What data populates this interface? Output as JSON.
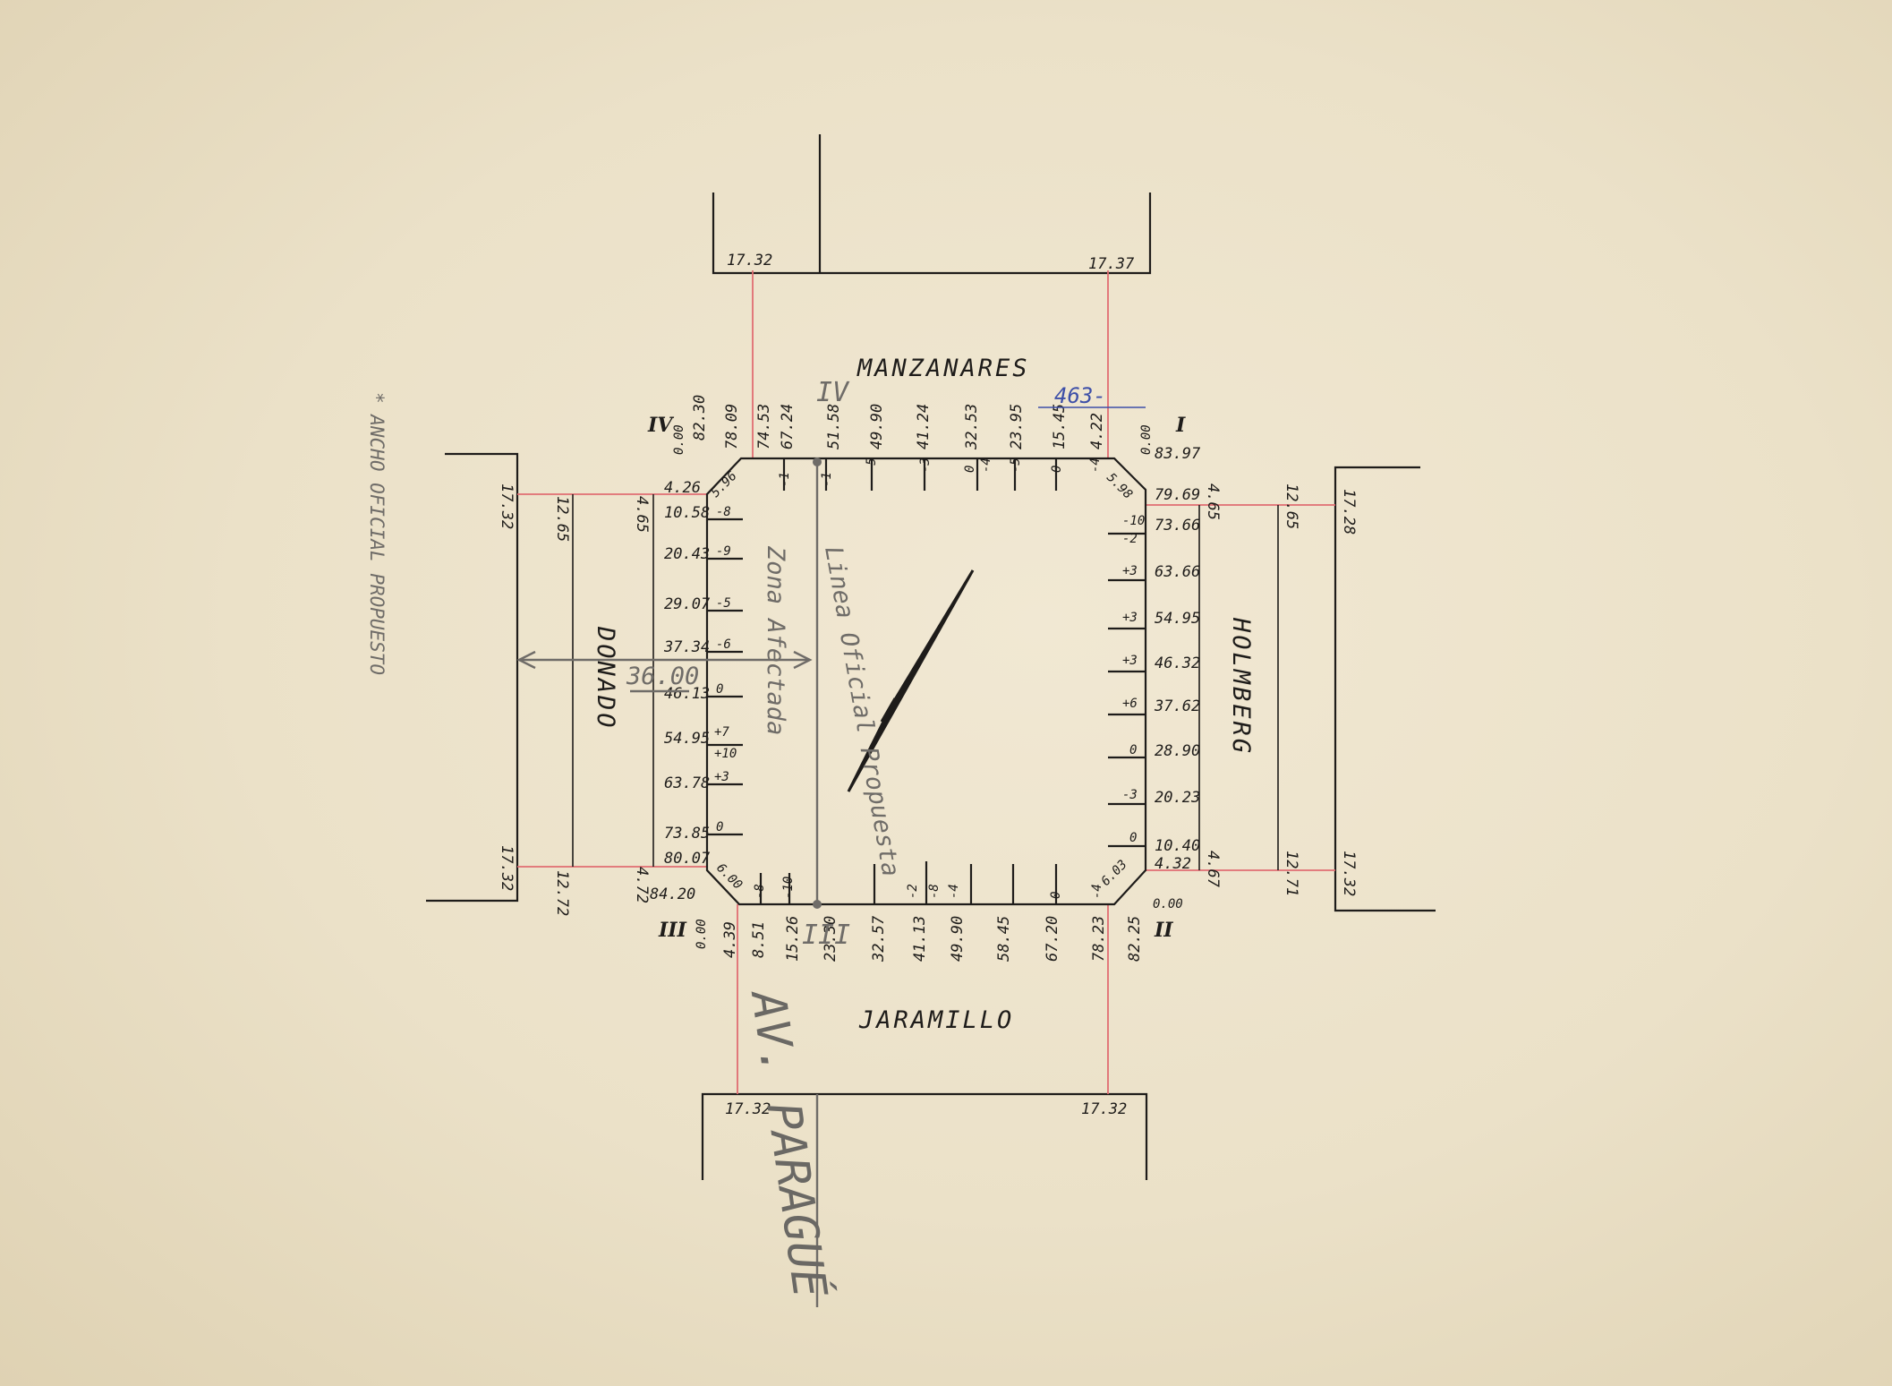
{
  "streets": {
    "north": "MANZANARES",
    "south": "JARAMILLO",
    "west": "DONADO",
    "east": "HOLMBERG"
  },
  "corners": {
    "I": "I",
    "II": "II",
    "III": "III",
    "IV": "IV"
  },
  "top_values": [
    "0.00",
    "82.30",
    "78.09",
    "74.53",
    "67.24",
    "51.58",
    "49.90",
    "41.24",
    "32.53",
    "23.95",
    "15.45",
    "4.22",
    "0.00"
  ],
  "bottom_values": [
    "0.00",
    "4.39",
    "8.51",
    "15.26",
    "23.30",
    "32.57",
    "41.13",
    "49.90",
    "58.45",
    "67.20",
    "78.23",
    "82.25",
    "0.00"
  ],
  "left_values": [
    "4.26",
    "10.58",
    "20.43",
    "29.07",
    "37.34",
    "46.13",
    "54.95",
    "63.78",
    "73.85",
    "80.07",
    "84.20"
  ],
  "right_values": [
    "83.97",
    "79.69",
    "73.66",
    "63.66",
    "54.95",
    "46.32",
    "37.62",
    "28.90",
    "20.23",
    "10.40",
    "4.32"
  ],
  "top_ticks": [
    "-1",
    "-1",
    "-5",
    "-3",
    "0",
    "-4",
    "-5",
    "0",
    "-4"
  ],
  "bottom_ticks": [
    "-8",
    "-10",
    "-2",
    "-8",
    "-4",
    "0",
    "-4"
  ],
  "left_ticks": [
    "-8",
    "-9",
    "-5",
    "-6",
    "0",
    "+7",
    "+10",
    "+3",
    "0"
  ],
  "right_ticks": [
    "-10",
    "-2",
    "+3",
    "+3",
    "+3",
    "+6",
    "0",
    "-3",
    "0"
  ],
  "corner_cuts": [
    "5.98",
    "5.96",
    "6.00",
    "6.03"
  ],
  "widths": {
    "top_left": "17.32",
    "top_right": "17.37",
    "bottom_left": "17.32",
    "bottom_right": "17.32",
    "left_top": "17.32",
    "left_bottom": "17.32",
    "right_top": "17.28",
    "right_bottom": "17.32",
    "half_a": "12.65",
    "half_b": "12.72",
    "offset_a": "4.65",
    "offset_b": "4.72",
    "right_half_a": "12.65",
    "right_half_b": "12.71",
    "right_offset_a": "4.65",
    "right_offset_b": "4.67"
  },
  "pencil": {
    "zona": "Zona Afectada",
    "linea": "Linea Oficial Propuesta",
    "ancho": "* ANCHO OFICIAL PROPUESTO",
    "dim": "36.00",
    "av": "AV. PARAGUÉ",
    "corner_mark_top": "IV",
    "corner_mark_bottom": "III"
  },
  "blue_note": "463-",
  "colors": {
    "paper": "#ece2c9",
    "ink": "#1e1c1a",
    "red": "#e06d72",
    "pencil": "#6f6c68",
    "blue": "#3d4fa8"
  }
}
